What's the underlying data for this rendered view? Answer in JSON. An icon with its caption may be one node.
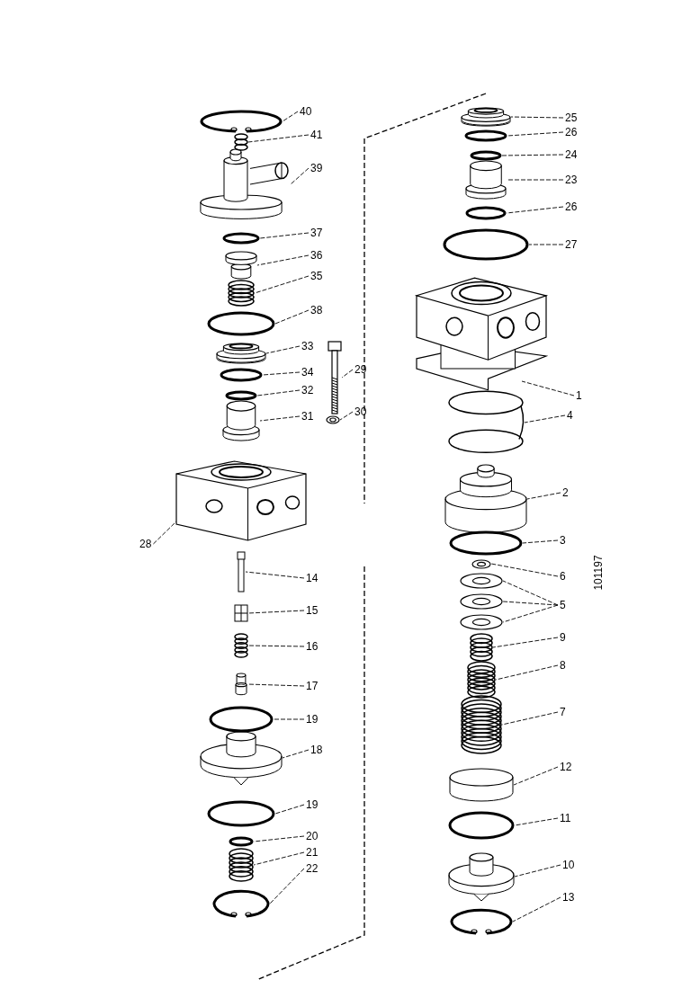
{
  "diagram": {
    "nodes": [
      {
        "text": [
          "40"
        ]
      },
      {
        "text": [],
        "shape": "picture"
      },
      {
        "text": [
          "41"
        ]
      },
      {
        "text": [],
        "shape": "picture"
      },
      {
        "text": [
          "39"
        ]
      },
      {
        "text": [],
        "shape": "picture"
      },
      {
        "text": [
          "37"
        ]
      },
      {
        "text": [],
        "shape": "circle"
      },
      {
        "text": [
          "36"
        ]
      },
      {
        "text": [],
        "shape": "picture"
      },
      {
        "text": [
          "35"
        ]
      },
      {
        "text": [],
        "shape": "picture"
      },
      {
        "text": [
          "38"
        ]
      },
      {
        "text": [],
        "shape": "circle"
      },
      {
        "text": [
          "33"
        ]
      },
      {
        "text": [],
        "shape": "picture"
      },
      {
        "text": [
          "34"
        ]
      },
      {
        "text": [],
        "shape": "circle"
      },
      {
        "text": [
          "32"
        ]
      },
      {
        "text": [],
        "shape": "circle"
      },
      {
        "text": [
          "31"
        ]
      },
      {
        "text": [],
        "shape": "picture"
      },
      {
        "text": [
          "29"
        ]
      },
      {
        "text": [],
        "shape": "picture"
      },
      {
        "text": [
          "30"
        ]
      },
      {
        "text": [],
        "shape": "picture"
      },
      {
        "text": [
          "28"
        ]
      },
      {
        "text": [],
        "shape": "picture"
      },
      {
        "text": [
          "14"
        ]
      },
      {
        "text": [],
        "shape": "bar"
      },
      {
        "text": [
          "15"
        ]
      },
      {
        "text": [],
        "shape": "picture"
      },
      {
        "text": [
          "16"
        ]
      },
      {
        "text": [],
        "shape": "picture"
      },
      {
        "text": [
          "17"
        ]
      },
      {
        "text": [],
        "shape": "picture"
      },
      {
        "text": [
          "19"
        ]
      },
      {
        "text": [],
        "shape": "circle"
      },
      {
        "text": [
          "18"
        ]
      },
      {
        "text": [],
        "shape": "picture"
      },
      {
        "text": [
          "19"
        ]
      },
      {
        "text": [],
        "shape": "circle"
      },
      {
        "text": [
          "20"
        ]
      },
      {
        "text": [],
        "shape": "circle"
      },
      {
        "text": [
          "21"
        ]
      },
      {
        "text": [],
        "shape": "picture"
      },
      {
        "text": [
          "22"
        ]
      },
      {
        "text": [],
        "shape": "picture"
      },
      {
        "text": [
          "25"
        ]
      },
      {
        "text": [],
        "shape": "picture"
      },
      {
        "text": [
          "26"
        ]
      },
      {
        "text": [],
        "shape": "circle"
      },
      {
        "text": [
          "24"
        ]
      },
      {
        "text": [],
        "shape": "circle"
      },
      {
        "text": [
          "23"
        ]
      },
      {
        "text": [],
        "shape": "picture"
      },
      {
        "text": [
          "26"
        ]
      },
      {
        "text": [],
        "shape": "circle"
      },
      {
        "text": [
          "27"
        ]
      },
      {
        "text": [],
        "shape": "circle"
      },
      {
        "text": [
          "1"
        ]
      },
      {
        "text": [],
        "shape": "picture"
      },
      {
        "text": [
          "4"
        ]
      },
      {
        "text": [],
        "shape": "picture"
      },
      {
        "text": [
          "2"
        ]
      },
      {
        "text": [],
        "shape": "picture"
      },
      {
        "text": [
          "3"
        ]
      },
      {
        "text": [],
        "shape": "circle"
      },
      {
        "text": [
          "6"
        ]
      },
      {
        "text": [],
        "shape": "picture"
      },
      {
        "text": [
          "5"
        ]
      },
      {
        "text": [],
        "shape": "picture"
      },
      {
        "text": [],
        "shape": "picture"
      },
      {
        "text": [],
        "shape": "picture"
      },
      {
        "text": [
          "9"
        ]
      },
      {
        "text": [],
        "shape": "picture"
      },
      {
        "text": [
          "8"
        ]
      },
      {
        "text": [],
        "shape": "picture"
      },
      {
        "text": [
          "7"
        ]
      },
      {
        "text": [],
        "shape": "picture"
      },
      {
        "text": [
          "12"
        ]
      },
      {
        "text": [],
        "shape": "cylinder"
      },
      {
        "text": [
          "11"
        ]
      },
      {
        "text": [],
        "shape": "circle"
      },
      {
        "text": [
          "10"
        ]
      },
      {
        "text": [],
        "shape": "picture"
      },
      {
        "text": [
          "13"
        ]
      },
      {
        "text": [],
        "shape": "picture"
      }
    ],
    "edges": [
      {
        "from": 0,
        "to": 1,
        "arrow": "none"
      },
      {
        "from": 2,
        "to": 3,
        "arrow": "none"
      },
      {
        "from": 4,
        "to": 5,
        "arrow": "none"
      },
      {
        "from": 6,
        "to": 7,
        "arrow": "none"
      },
      {
        "from": 8,
        "to": 9,
        "arrow": "none"
      },
      {
        "from": 10,
        "to": 11,
        "arrow": "none"
      },
      {
        "from": 12,
        "to": 13,
        "arrow": "none"
      },
      {
        "from": 14,
        "to": 15,
        "arrow": "none"
      },
      {
        "from": 16,
        "to": 17,
        "arrow": "none"
      },
      {
        "from": 18,
        "to": 19,
        "arrow": "none"
      },
      {
        "from": 20,
        "to": 21,
        "arrow": "none"
      },
      {
        "from": 22,
        "to": 23,
        "arrow": "none"
      },
      {
        "from": 24,
        "to": 25,
        "arrow": "none"
      },
      {
        "from": 26,
        "to": 27,
        "arrow": "none"
      },
      {
        "from": 28,
        "to": 29,
        "arrow": "none"
      },
      {
        "from": 30,
        "to": 31,
        "arrow": "none"
      },
      {
        "from": 32,
        "to": 33,
        "arrow": "none"
      },
      {
        "from": 34,
        "to": 35,
        "arrow": "none"
      },
      {
        "from": 36,
        "to": 37,
        "arrow": "none"
      },
      {
        "from": 38,
        "to": 39,
        "arrow": "none"
      },
      {
        "from": 40,
        "to": 41,
        "arrow": "none"
      },
      {
        "from": 42,
        "to": 43,
        "arrow": "none"
      },
      {
        "from": 44,
        "to": 45,
        "arrow": "none"
      },
      {
        "from": 46,
        "to": 47,
        "arrow": "none"
      },
      {
        "from": 48,
        "to": 49,
        "arrow": "none"
      },
      {
        "from": 50,
        "to": 51,
        "arrow": "none"
      },
      {
        "from": 52,
        "to": 53,
        "arrow": "none"
      },
      {
        "from": 54,
        "to": 55,
        "arrow": "none"
      },
      {
        "from": 56,
        "to": 57,
        "arrow": "none"
      },
      {
        "from": 58,
        "to": 59,
        "arrow": "none"
      },
      {
        "from": 60,
        "to": 61,
        "arrow": "none"
      },
      {
        "from": 62,
        "to": 63,
        "arrow": "none"
      },
      {
        "from": 64,
        "to": 65,
        "arrow": "none"
      },
      {
        "from": 66,
        "to": 67,
        "arrow": "none"
      },
      {
        "from": 68,
        "to": 69,
        "arrow": "none"
      },
      {
        "from": 70,
        "to": 71,
        "arrow": "none"
      },
      {
        "from": 70,
        "to": 72,
        "arrow": "none"
      },
      {
        "from": 70,
        "to": 73,
        "arrow": "none"
      },
      {
        "from": 74,
        "to": 75,
        "arrow": "none"
      },
      {
        "from": 76,
        "to": 77,
        "arrow": "none"
      },
      {
        "from": 78,
        "to": 79,
        "arrow": "none"
      },
      {
        "from": 80,
        "to": 81,
        "arrow": "none"
      },
      {
        "from": 82,
        "to": 83,
        "arrow": "none"
      },
      {
        "from": 84,
        "to": 85,
        "arrow": "none"
      },
      {
        "from": 86,
        "to": 87,
        "arrow": "none"
      }
    ],
    "labels": [
      "101197"
    ]
  }
}
